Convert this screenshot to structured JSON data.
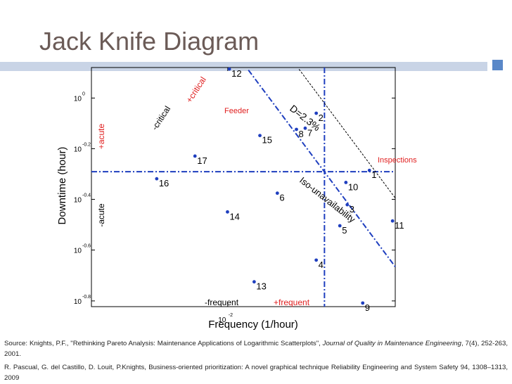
{
  "slide": {
    "title": "Jack Knife Diagram",
    "bar_color": "#c9d4e6",
    "square_color": "#5a88c8"
  },
  "chart_data": {
    "type": "scatter",
    "title": "",
    "xlabel": "Frequency (1/hour)",
    "ylabel": "Downtime (hour)",
    "x_scale": "log",
    "y_scale": "log",
    "xlim": [
      0.0019,
      0.077
    ],
    "ylim": [
      0.15,
      1.32
    ],
    "x_ticks": [
      {
        "value": 0.01,
        "base": "10",
        "exp": "-2"
      }
    ],
    "y_ticks": [
      {
        "value": 1.0,
        "base": "10",
        "exp": "0"
      },
      {
        "value": 0.631,
        "base": "10",
        "exp": "-0.2"
      },
      {
        "value": 0.398,
        "base": "10",
        "exp": "-0.4"
      },
      {
        "value": 0.251,
        "base": "10",
        "exp": "-0.6"
      },
      {
        "value": 0.158,
        "base": "10",
        "exp": "-0.8"
      }
    ],
    "points": [
      {
        "label": "1",
        "x": 0.0562,
        "y": 0.518
      },
      {
        "label": "2",
        "x": 0.0294,
        "y": 0.871
      },
      {
        "label": "3",
        "x": 0.0429,
        "y": 0.379
      },
      {
        "label": "4",
        "x": 0.0294,
        "y": 0.229
      },
      {
        "label": "5",
        "x": 0.0392,
        "y": 0.313
      },
      {
        "label": "6",
        "x": 0.0183,
        "y": 0.421
      },
      {
        "label": "7",
        "x": 0.0257,
        "y": 0.76
      },
      {
        "label": "8",
        "x": 0.0231,
        "y": 0.752
      },
      {
        "label": "9",
        "x": 0.0518,
        "y": 0.155
      },
      {
        "label": "10",
        "x": 0.0422,
        "y": 0.464
      },
      {
        "label": "11",
        "x": 0.0745,
        "y": 0.327
      },
      {
        "label": "12",
        "x": 0.0102,
        "y": 1.302
      },
      {
        "label": "13",
        "x": 0.0138,
        "y": 0.188
      },
      {
        "label": "14",
        "x": 0.00997,
        "y": 0.355
      },
      {
        "label": "15",
        "x": 0.0148,
        "y": 0.711
      },
      {
        "label": "16",
        "x": 0.00421,
        "y": 0.48
      },
      {
        "label": "17",
        "x": 0.00671,
        "y": 0.59
      }
    ],
    "threshold_lines": {
      "frequency_x": 0.0325,
      "downtime_y": 0.512,
      "iso_unavailability_c": 0.0166,
      "d_limit_c": 0.031,
      "color": "#1f3fbf"
    },
    "annotations": {
      "critical_minus": "-critical",
      "critical_plus": "+critical",
      "acute_plus": "+acute",
      "acute_minus": "-acute",
      "frequent_minus": "-frequent",
      "frequent_plus": "+frequent",
      "iso_unavailability": "Iso-unavailability",
      "d_limit": "D=2.3%",
      "feeder": "Feeder",
      "inspections": "Inspections",
      "highlight_color": "#e02020"
    }
  },
  "sources": [
    {
      "text_before": "Source: Knights, P.F., \"Rethinking Pareto Analysis: Maintenance Applications of Logarithmic Scatterplots\", ",
      "journal": "Journal of Quality in Maintenance Engineering",
      "text_after": ", 7(4), 252-263, 2001."
    },
    {
      "text_before": "R. Pascual, G. del Castillo, D. Louit, P.Knights, Business-oriented prioritization: A novel graphical technique Reliability Engineering and System Safety 94, 1308–1313, 2009",
      "journal": "",
      "text_after": ""
    }
  ]
}
